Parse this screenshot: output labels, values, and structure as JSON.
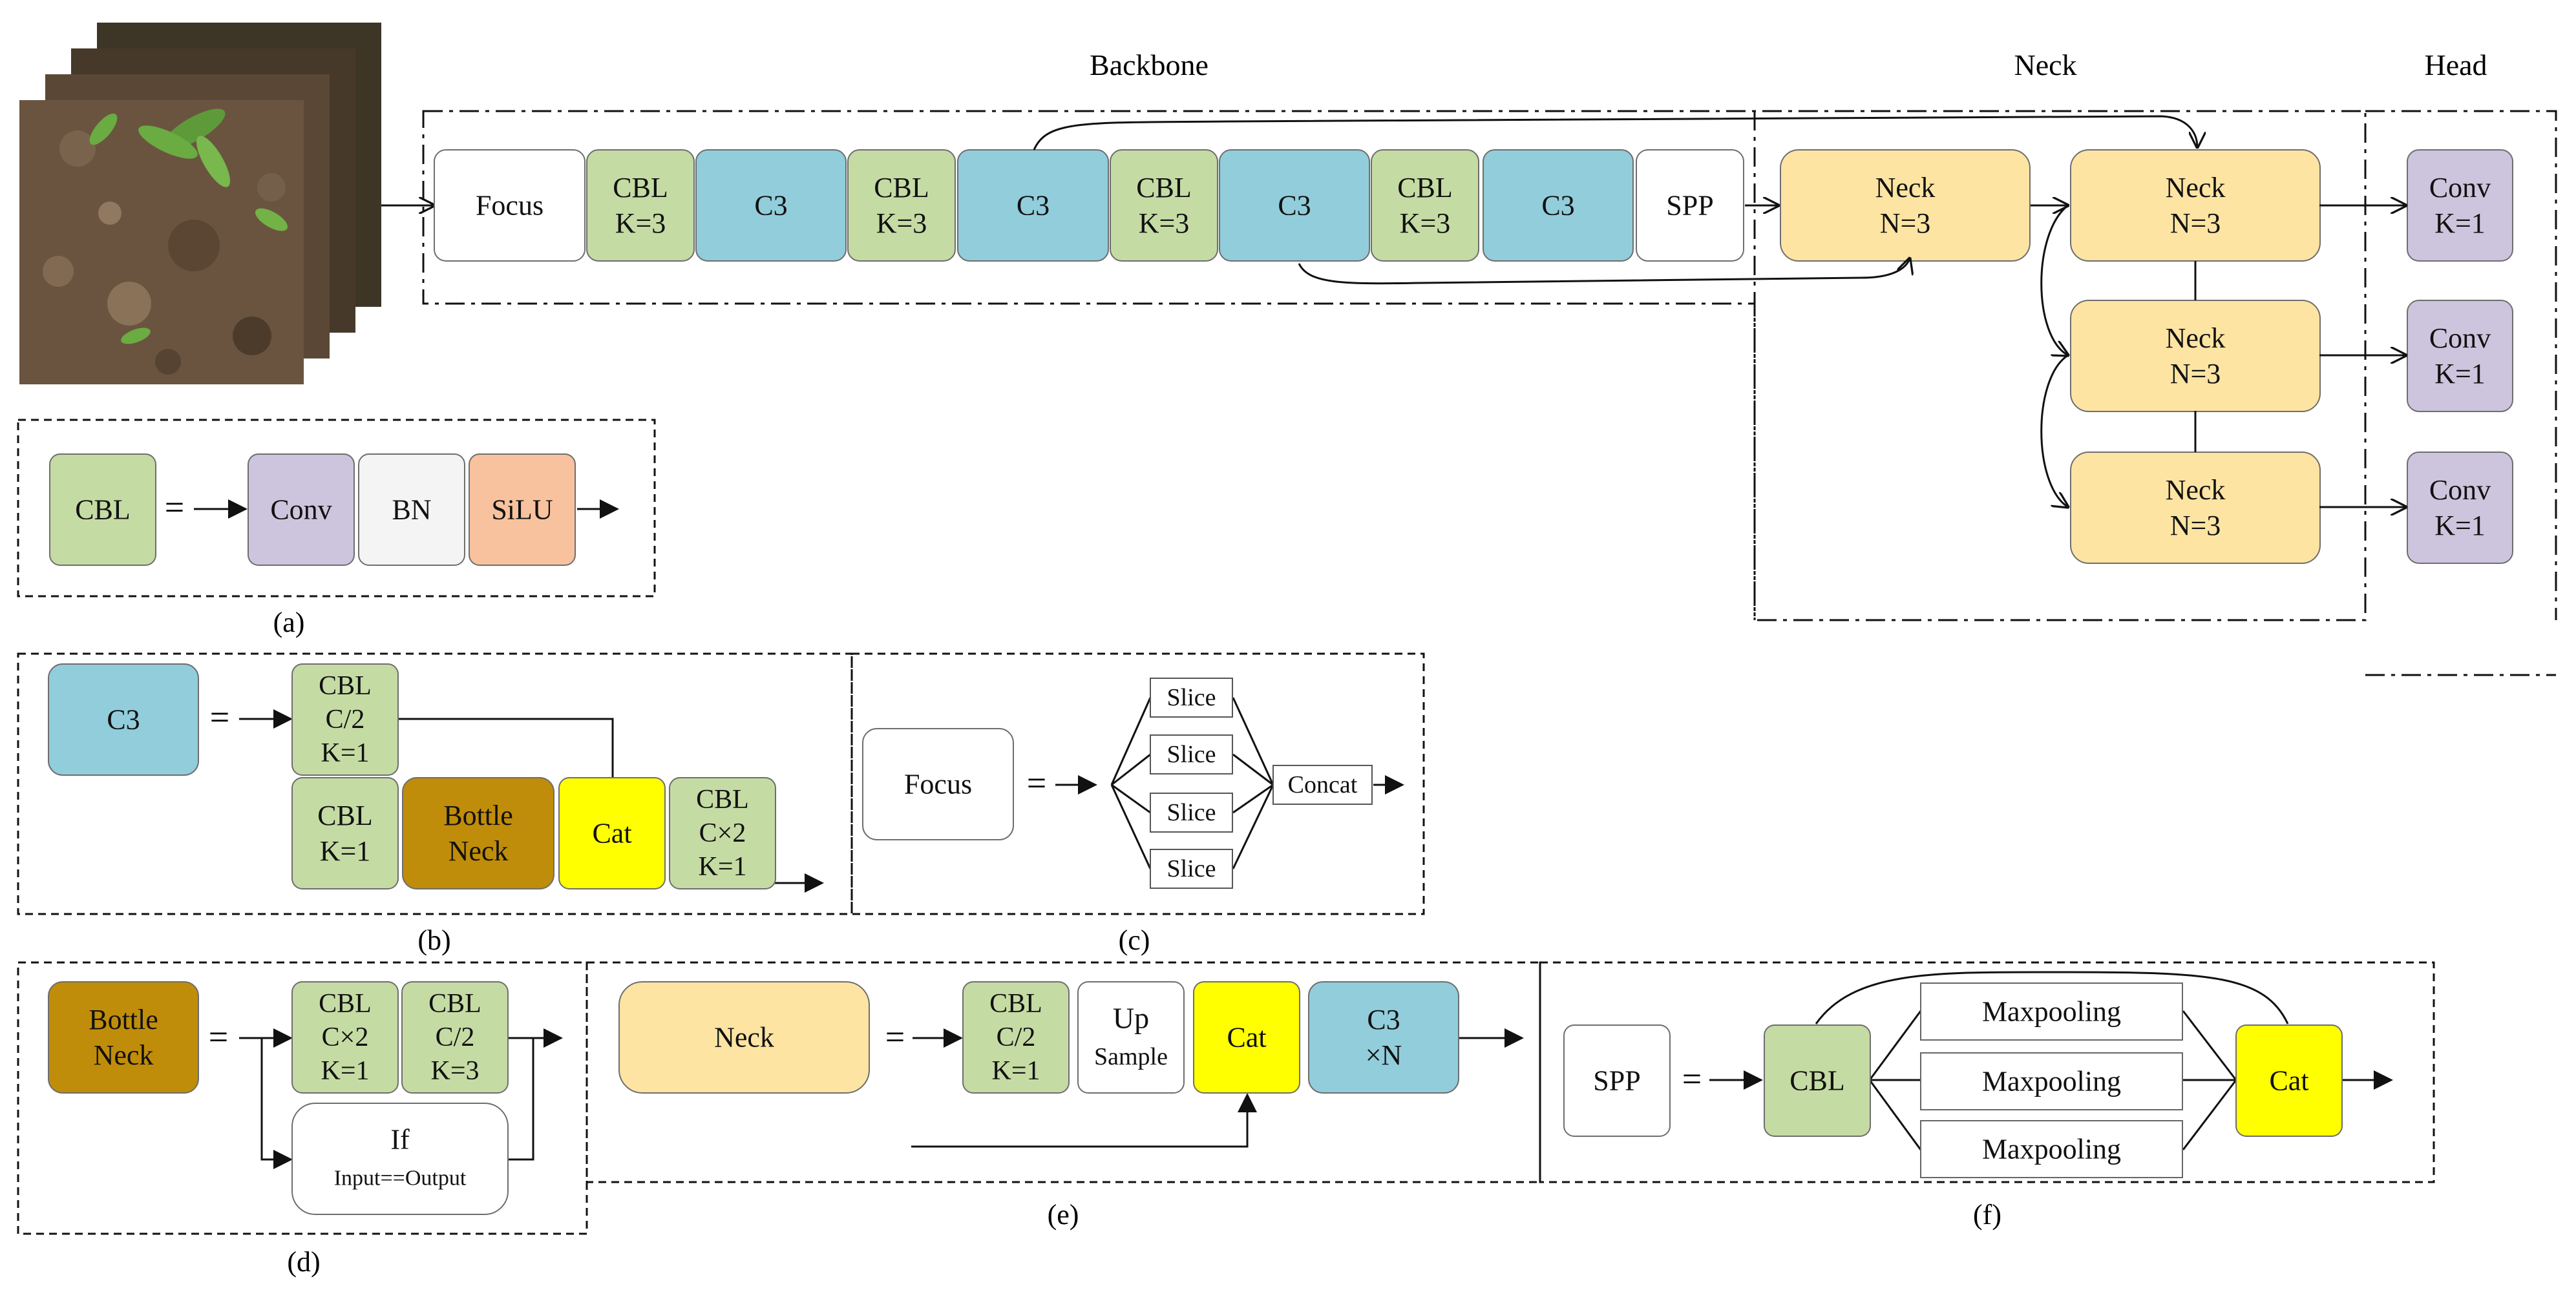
{
  "colors": {
    "cbl": "#c5dba4",
    "c3": "#92cddb",
    "neck": "#fde4a3",
    "conv": "#cdc4dd",
    "bn": "#f4f4f4",
    "silu": "#f8c29e",
    "bottleneck": "#c08d0a",
    "cat": "#ffff00",
    "white": "#ffffff",
    "stroke": "#6e6e6e",
    "line": "#111111"
  },
  "sections": {
    "backbone": "Backbone",
    "neck": "Neck",
    "head": "Head"
  },
  "captions": {
    "a": "(a)",
    "b": "(b)",
    "c": "(c)",
    "d": "(d)",
    "e": "(e)",
    "f": "(f)"
  },
  "backbone_blocks": [
    {
      "lines": [
        "Focus"
      ],
      "kind": "white"
    },
    {
      "lines": [
        "CBL",
        "K=3"
      ],
      "kind": "cbl"
    },
    {
      "lines": [
        "C3"
      ],
      "kind": "c3"
    },
    {
      "lines": [
        "CBL",
        "K=3"
      ],
      "kind": "cbl"
    },
    {
      "lines": [
        "C3"
      ],
      "kind": "c3"
    },
    {
      "lines": [
        "CBL",
        "K=3"
      ],
      "kind": "cbl"
    },
    {
      "lines": [
        "C3"
      ],
      "kind": "c3"
    },
    {
      "lines": [
        "CBL",
        "K=3"
      ],
      "kind": "cbl"
    },
    {
      "lines": [
        "C3"
      ],
      "kind": "c3"
    },
    {
      "lines": [
        "SPP"
      ],
      "kind": "white"
    }
  ],
  "neck_blocks": [
    {
      "lines": [
        "Neck",
        "N=3"
      ]
    },
    {
      "lines": [
        "Neck",
        "N=3"
      ]
    },
    {
      "lines": [
        "Neck",
        "N=3"
      ]
    },
    {
      "lines": [
        "Neck",
        "N=3"
      ]
    }
  ],
  "head_blocks": [
    {
      "lines": [
        "Conv",
        "K=1"
      ]
    },
    {
      "lines": [
        "Conv",
        "K=1"
      ]
    },
    {
      "lines": [
        "Conv",
        "K=1"
      ]
    }
  ],
  "panel_a": {
    "lhs": [
      "CBL"
    ],
    "equals": "=",
    "parts": [
      {
        "lines": [
          "Conv"
        ],
        "kind": "conv"
      },
      {
        "lines": [
          "BN"
        ],
        "kind": "bn"
      },
      {
        "lines": [
          "SiLU"
        ],
        "kind": "silu"
      }
    ]
  },
  "panel_b": {
    "lhs": [
      "C3"
    ],
    "equals": "=",
    "cbl_top": [
      "CBL",
      "C/2",
      "K=1"
    ],
    "cbl_bottom": [
      "CBL",
      "K=1"
    ],
    "bottleneck": [
      "Bottle",
      "Neck"
    ],
    "cat": [
      "Cat"
    ],
    "cbl_out": [
      "CBL",
      "C×2",
      "K=1"
    ]
  },
  "panel_c": {
    "lhs": [
      "Focus"
    ],
    "equals": "=",
    "slices": [
      "Slice",
      "Slice",
      "Slice",
      "Slice"
    ],
    "concat": "Concat"
  },
  "panel_d": {
    "lhs": [
      "Bottle",
      "Neck"
    ],
    "equals": "=",
    "cbl_1": [
      "CBL",
      "C×2",
      "K=1"
    ],
    "cbl_2": [
      "CBL",
      "C/2",
      "K=3"
    ],
    "if_line1": "If",
    "if_line2": "Input==Output"
  },
  "panel_e": {
    "lhs": [
      "Neck"
    ],
    "equals": "=",
    "cbl": [
      "CBL",
      "C/2",
      "K=1"
    ],
    "upsample": [
      "Up",
      "Sample"
    ],
    "cat": [
      "Cat"
    ],
    "c3": [
      "C3",
      "×N"
    ]
  },
  "panel_f": {
    "lhs": [
      "SPP"
    ],
    "equals": "=",
    "cbl": [
      "CBL"
    ],
    "pools": [
      "Maxpooling",
      "Maxpooling",
      "Maxpooling"
    ],
    "cat": [
      "Cat"
    ]
  }
}
